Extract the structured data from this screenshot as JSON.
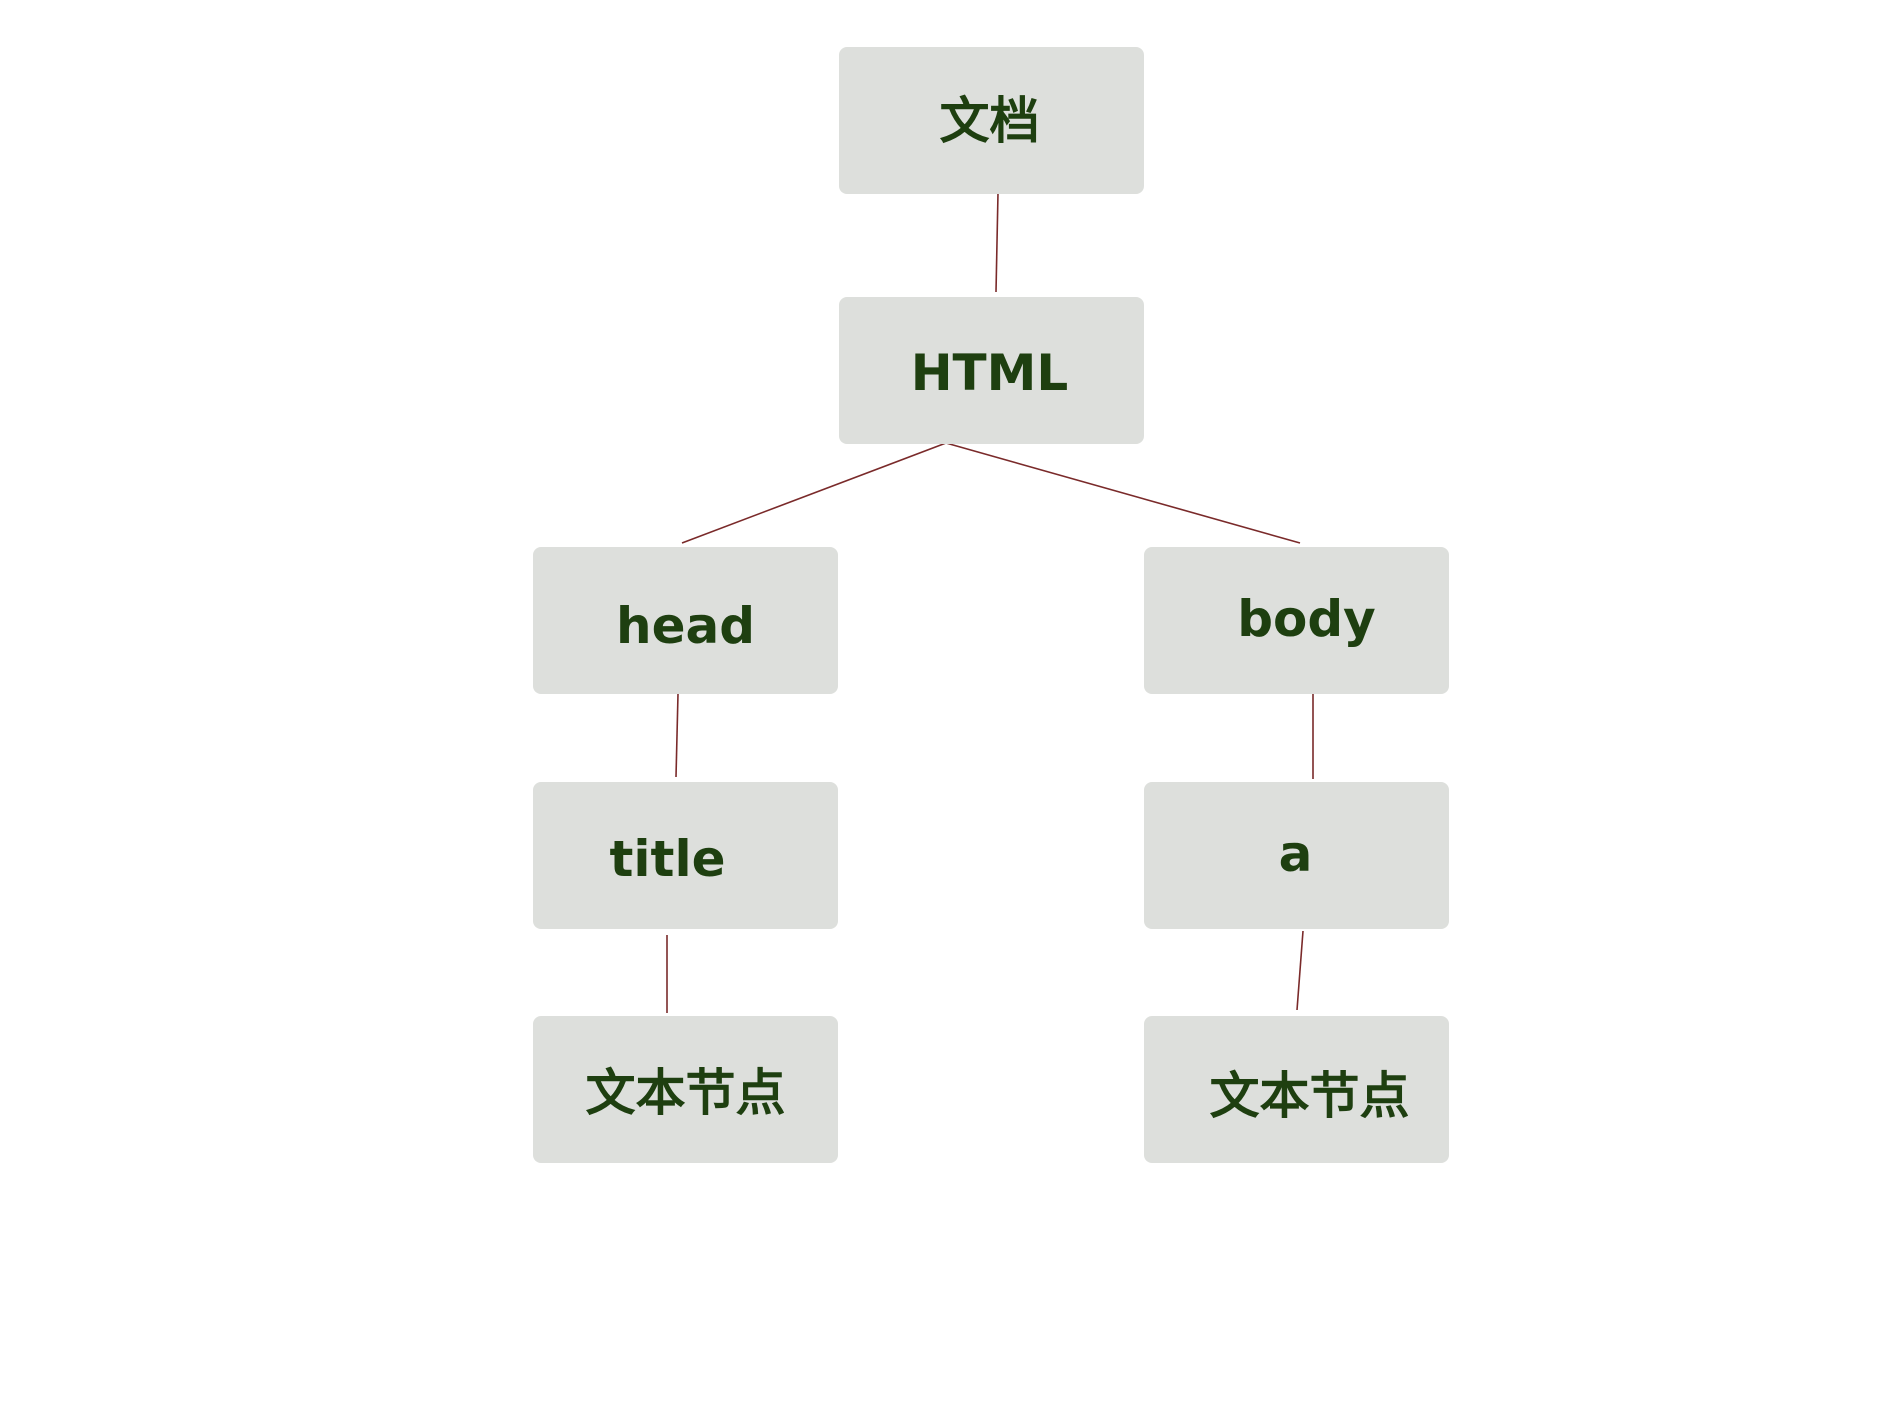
{
  "diagram": {
    "colors": {
      "node_fill": "#dddfdc",
      "node_text": "#1e3f10",
      "connector": "#7a2a2a",
      "background": "#ffffff"
    },
    "nodes": {
      "document": "文档",
      "html": "HTML",
      "head": "head",
      "body": "body",
      "title": "title",
      "a": "a",
      "title_text": "文本节点",
      "a_text": "文本节点"
    },
    "edges": [
      [
        "document",
        "html"
      ],
      [
        "html",
        "head"
      ],
      [
        "html",
        "body"
      ],
      [
        "head",
        "title"
      ],
      [
        "body",
        "a"
      ],
      [
        "title",
        "title_text"
      ],
      [
        "a",
        "a_text"
      ]
    ]
  }
}
